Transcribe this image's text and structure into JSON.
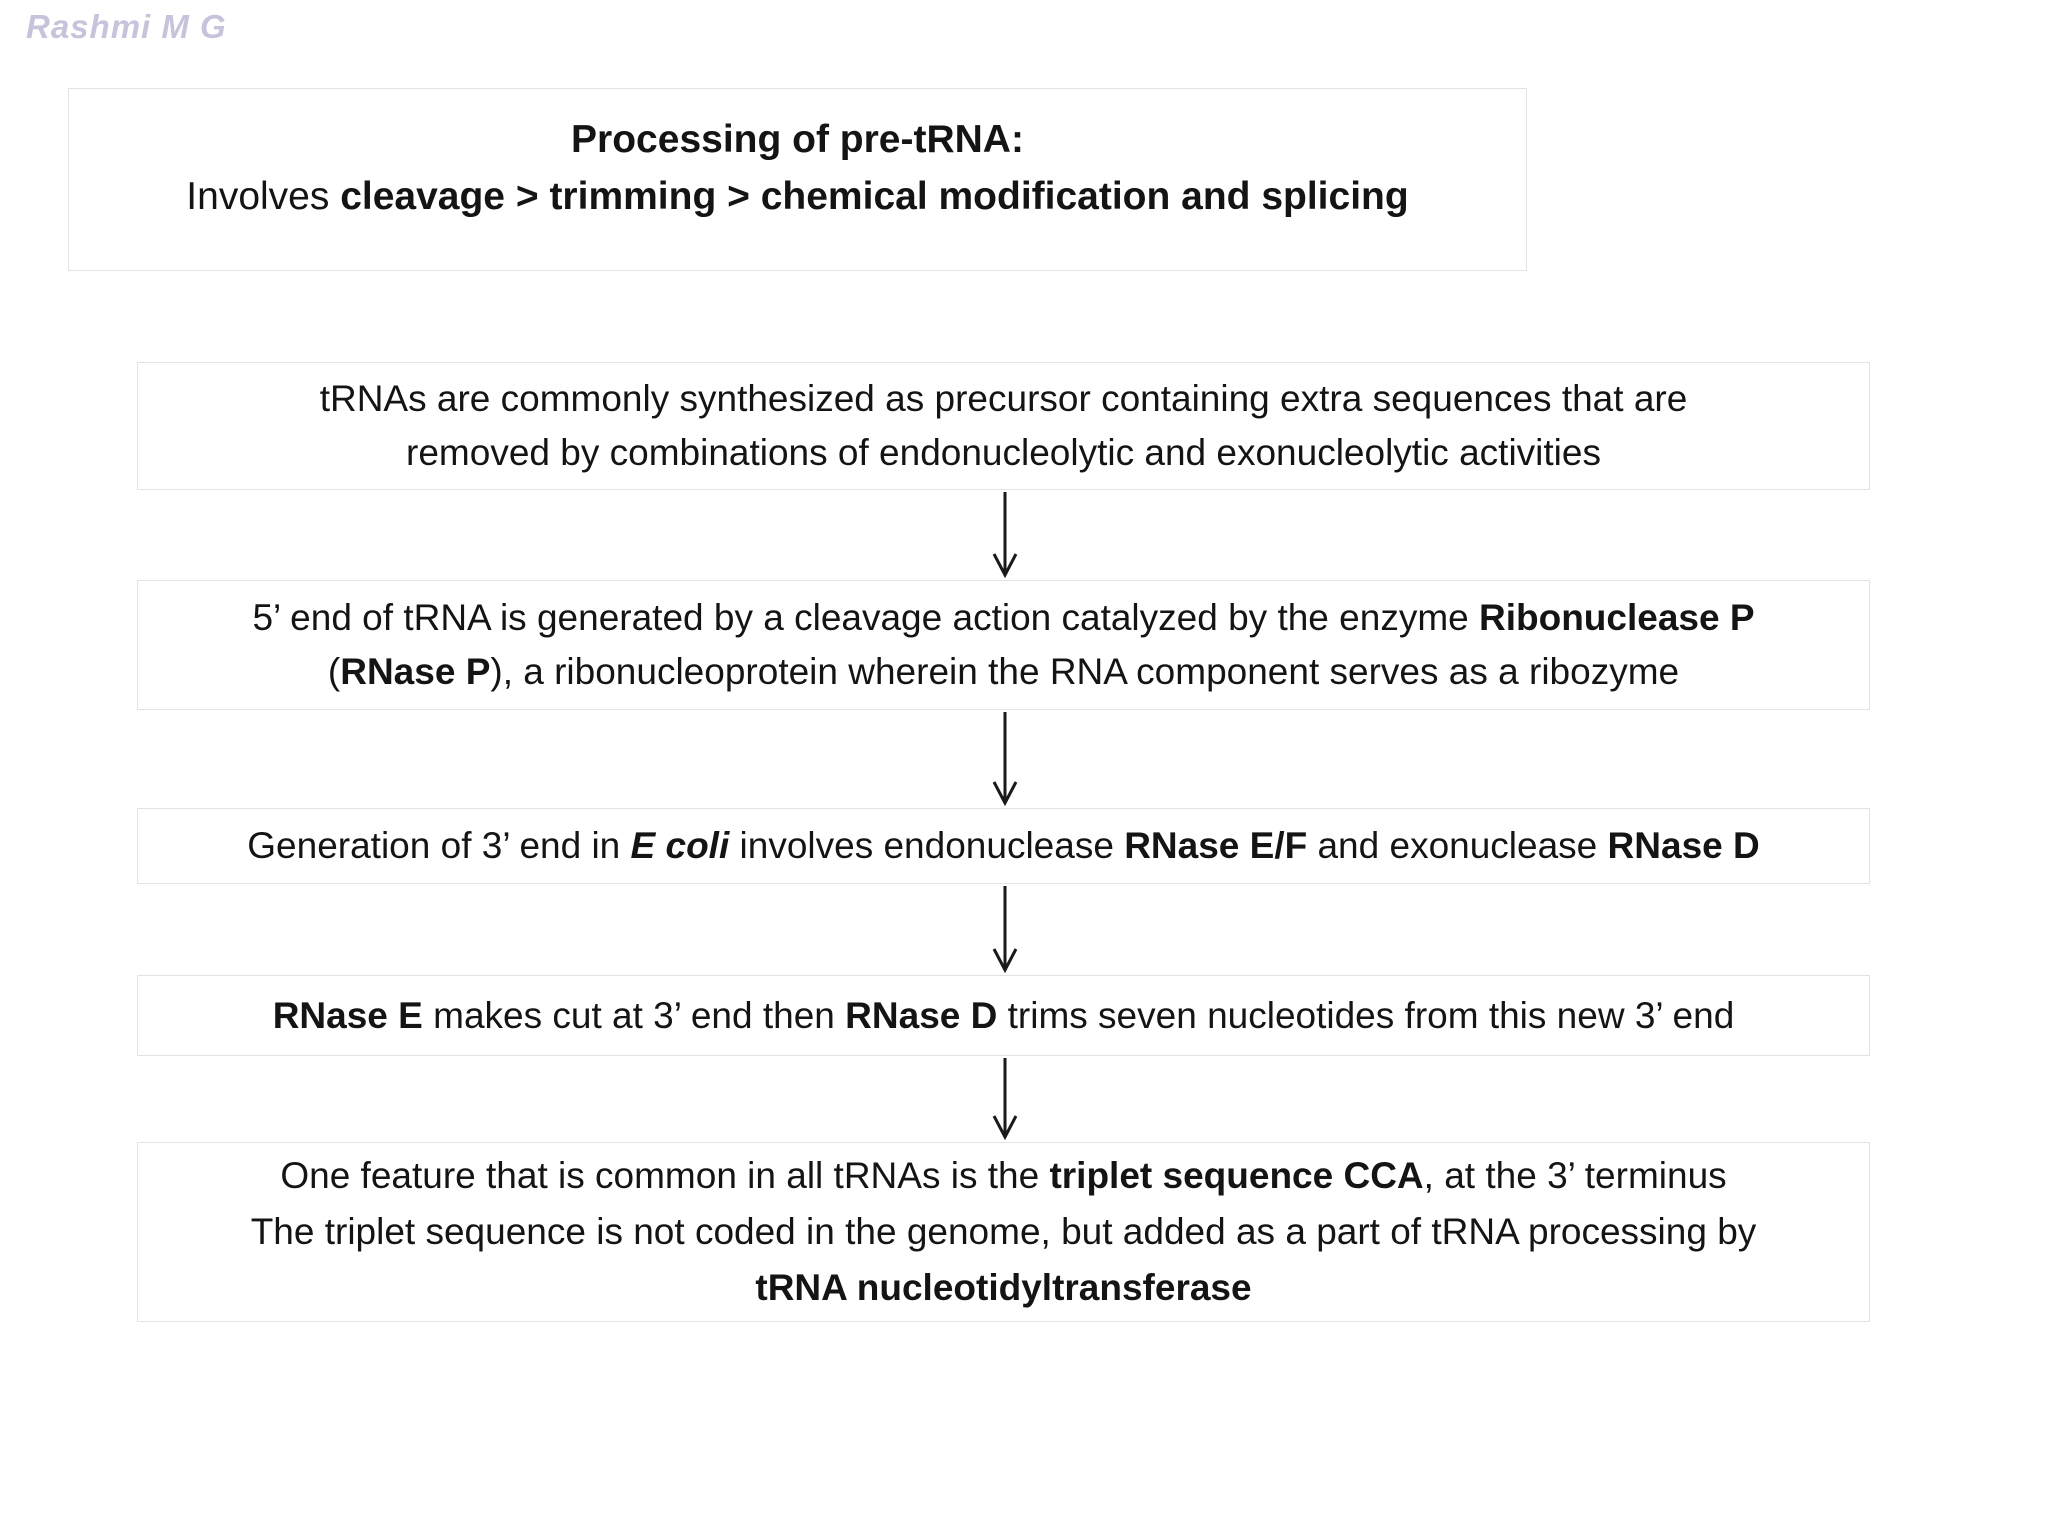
{
  "watermark": "Rashmi M G",
  "title": {
    "heading": "Processing of pre-tRNA:",
    "sub_prefix": "Involves ",
    "sub_bold": "cleavage > trimming > chemical modification and splicing"
  },
  "boxes": {
    "synthesis": {
      "line1": "tRNAs are commonly synthesized as precursor containing extra sequences that are",
      "line2": "removed by combinations of endonucleolytic and exonucleolytic activities"
    },
    "five_prime": {
      "l1_a": "5’ end of tRNA is generated by a cleavage action catalyzed by the enzyme ",
      "l1_b": "Ribonuclease P",
      "l2_a": "(",
      "l2_b": "RNase P",
      "l2_c": "), a ribonucleoprotein wherein the RNA component serves as a ribozyme"
    },
    "three_prime": {
      "a": "Generation of 3’ end in ",
      "b": "E coli",
      "c": " involves endonuclease ",
      "d": "RNase E/F",
      "e": " and exonuclease ",
      "f": "RNase D"
    },
    "rnase_cut": {
      "a": "RNase E",
      "b": " makes cut at 3’ end then ",
      "c": "RNase D",
      "d": " trims seven nucleotides from this new 3’ end"
    },
    "cca": {
      "l1_a": "One feature that is common in all tRNAs is the ",
      "l1_b": "triplet sequence CCA",
      "l1_c": ", at the 3’ terminus",
      "l2": "The triplet sequence is not coded in the genome, but added as a part of tRNA processing by",
      "l3": "tRNA nucleotidyltransferase"
    }
  },
  "icons": {
    "connector": "down-arrow-icon"
  },
  "colors": {
    "watermark": "#c6c4da",
    "text": "#141414",
    "box_border": "#e3e3e3",
    "arrow": "#1a1a1a",
    "background": "#ffffff"
  }
}
